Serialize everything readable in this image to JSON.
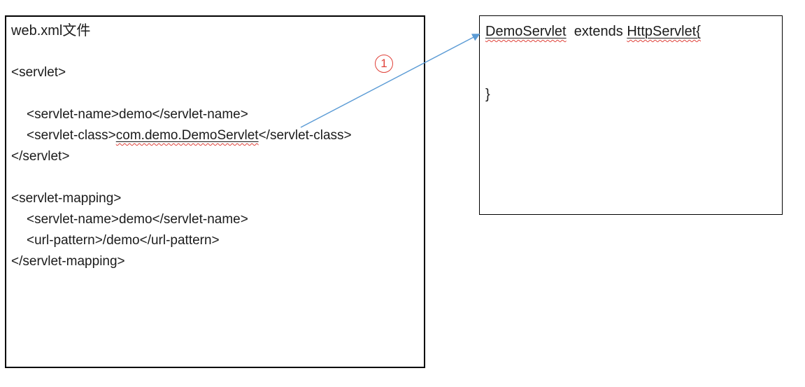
{
  "colors": {
    "accent_blue": "#5b9bd5",
    "accent_red": "#e04139",
    "ink": "#1b1b1b",
    "border": "#000000",
    "background": "#ffffff"
  },
  "left_box": {
    "title": "web.xml文件",
    "lines": [
      {
        "name": "blank-line",
        "indent": 0,
        "segments": []
      },
      {
        "name": "servlet-open-tag",
        "indent": 0,
        "segments": [
          {
            "text": "<servlet>"
          }
        ]
      },
      {
        "name": "blank-line",
        "indent": 0,
        "segments": []
      },
      {
        "name": "servlet-name-line",
        "indent": 1,
        "segments": [
          {
            "text": "<servlet-name>demo</servlet-name>"
          }
        ]
      },
      {
        "name": "servlet-class-line",
        "indent": 1,
        "segments": [
          {
            "text": "<servlet-class>"
          },
          {
            "text": "com.demo.DemoServlet",
            "underline": true
          },
          {
            "text": "</servlet-class>"
          }
        ]
      },
      {
        "name": "servlet-close-tag",
        "indent": 0,
        "segments": [
          {
            "text": "</servlet>"
          }
        ]
      },
      {
        "name": "blank-line",
        "indent": 0,
        "segments": []
      },
      {
        "name": "servlet-mapping-open-tag",
        "indent": 0,
        "segments": [
          {
            "text": "<servlet-mapping>"
          }
        ]
      },
      {
        "name": "mapping-servlet-name-line",
        "indent": 1,
        "segments": [
          {
            "text": "<servlet-name>demo</servlet-name>"
          }
        ]
      },
      {
        "name": "url-pattern-line",
        "indent": 1,
        "segments": [
          {
            "text": "<url-pattern>/demo</url-pattern>"
          }
        ]
      },
      {
        "name": "servlet-mapping-close-tag",
        "indent": 0,
        "segments": [
          {
            "text": "</servlet-mapping>"
          }
        ]
      }
    ]
  },
  "right_box": {
    "lines": [
      {
        "name": "class-declaration-line",
        "indent": 0,
        "segments": [
          {
            "text": "DemoServlet",
            "underline": true
          },
          {
            "text": "  extends "
          },
          {
            "text": "HttpServlet{",
            "underline": true
          }
        ]
      },
      {
        "name": "blank-line",
        "indent": 0,
        "segments": []
      },
      {
        "name": "blank-line",
        "indent": 0,
        "segments": []
      },
      {
        "name": "closing-brace-line",
        "indent": 0,
        "segments": [
          {
            "text": "}"
          }
        ]
      }
    ]
  },
  "connector": {
    "label": "1"
  }
}
